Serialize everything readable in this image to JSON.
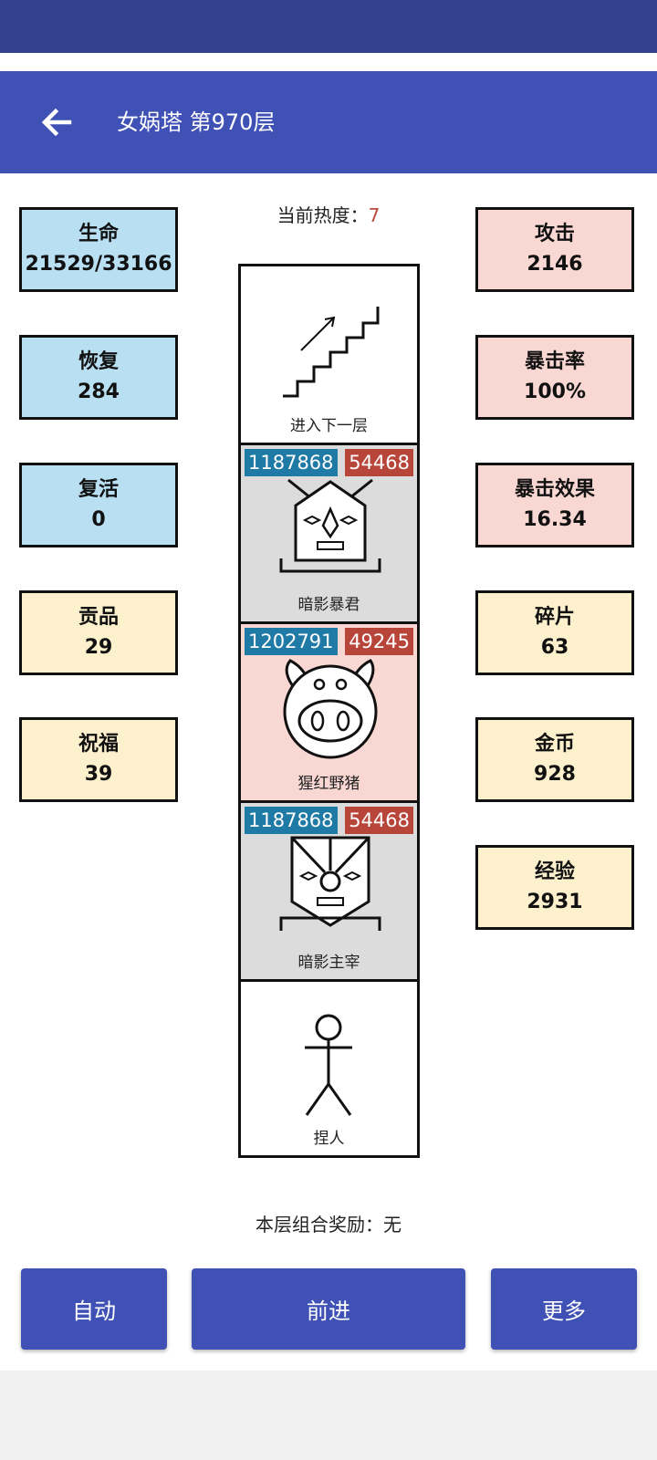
{
  "app": {
    "title": "女娲塔 第970层",
    "back_icon": "arrow-left-icon"
  },
  "heat": {
    "label": "当前热度：",
    "value": "7"
  },
  "left_stats": [
    {
      "label": "生命",
      "value": "21529/33166",
      "color": "#b8e0f2"
    },
    {
      "label": "恢复",
      "value": "284",
      "color": "#b8e0f2"
    },
    {
      "label": "复活",
      "value": "0",
      "color": "#b8e0f2"
    },
    {
      "label": "贡品",
      "value": "29",
      "color": "#fdf0cd"
    },
    {
      "label": "祝福",
      "value": "39",
      "color": "#fdf0cd"
    }
  ],
  "right_stats": [
    {
      "label": "攻击",
      "value": "2146",
      "color": "#f9d7d3"
    },
    {
      "label": "暴击率",
      "value": "100%",
      "color": "#f9d7d3"
    },
    {
      "label": "暴击效果",
      "value": "16.34",
      "color": "#f9d7d3"
    },
    {
      "label": "碎片",
      "value": "63",
      "color": "#fdf0cd"
    },
    {
      "label": "金币",
      "value": "928",
      "color": "#fdf0cd"
    },
    {
      "label": "经验",
      "value": "2931",
      "color": "#fdf0cd"
    }
  ],
  "tower": [
    {
      "name": "进入下一层",
      "icon": "stairs-icon"
    },
    {
      "name": "暗影暴君",
      "hp": "1187868",
      "atk": "54468",
      "icon": "shadow-tyrant-icon"
    },
    {
      "name": "猩红野猪",
      "hp": "1202791",
      "atk": "49245",
      "icon": "boar-icon"
    },
    {
      "name": "暗影主宰",
      "hp": "1187868",
      "atk": "54468",
      "icon": "shadow-lord-icon"
    },
    {
      "name": "捏人",
      "icon": "stick-figure-icon"
    }
  ],
  "combo": "本层组合奖励：无",
  "buttons": {
    "auto": "自动",
    "forward": "前进",
    "more": "更多"
  }
}
